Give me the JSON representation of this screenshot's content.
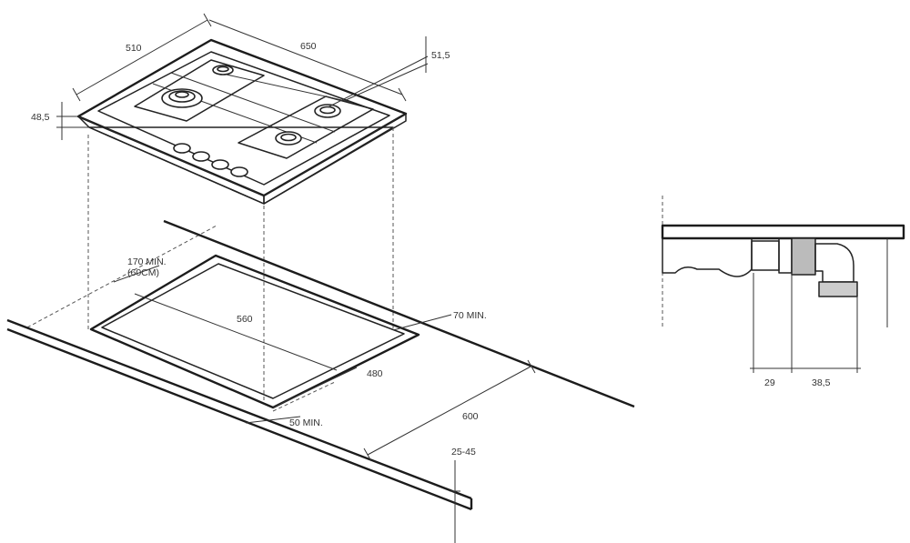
{
  "diagram": {
    "dimensions": {
      "hob_depth": "510",
      "hob_width": "650",
      "knob_offset": "51,5",
      "hob_height": "48,5",
      "wall_clearance": "170 MIN.",
      "wall_clearance_note": "(60CM)",
      "cutout_width": "560",
      "cutout_depth": "480",
      "rear_clearance": "70 MIN.",
      "front_clearance": "50 MIN.",
      "worktop_depth": "600",
      "worktop_thickness": "25-45",
      "gas_offset_a": "29",
      "gas_offset_b": "38,5"
    },
    "colors": {
      "line": "#1c1c1c",
      "dim_text": "#333333",
      "background": "#ffffff"
    }
  }
}
